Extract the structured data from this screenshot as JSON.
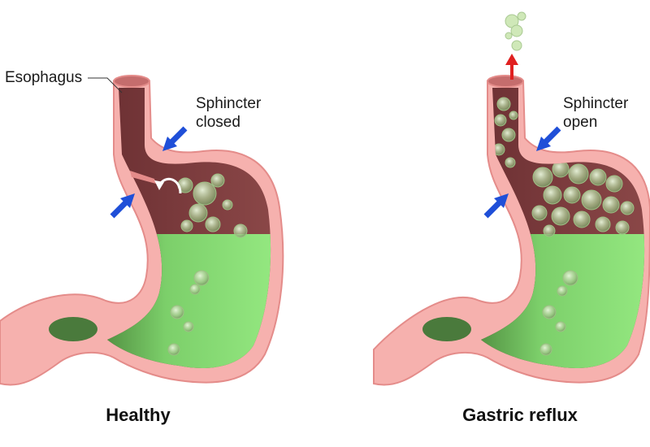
{
  "colors": {
    "wall": "#f6b1ae",
    "wall_edge": "#e48c8a",
    "cavity": "#7a3a3c",
    "cavity_light": "#a0605f",
    "fluid": "#8fe47a",
    "fluid_dark": "#4f8c3f",
    "arrow": "#1f4fd8",
    "reflux_arrow": "#e02020",
    "bubble": "#cfe8b8"
  },
  "healthy": {
    "esophagus_label": "Esophagus",
    "sphincter_line1": "Sphincter",
    "sphincter_line2": "closed",
    "caption": "Healthy"
  },
  "reflux": {
    "sphincter_line1": "Sphincter",
    "sphincter_line2": "open",
    "caption": "Gastric reflux"
  }
}
